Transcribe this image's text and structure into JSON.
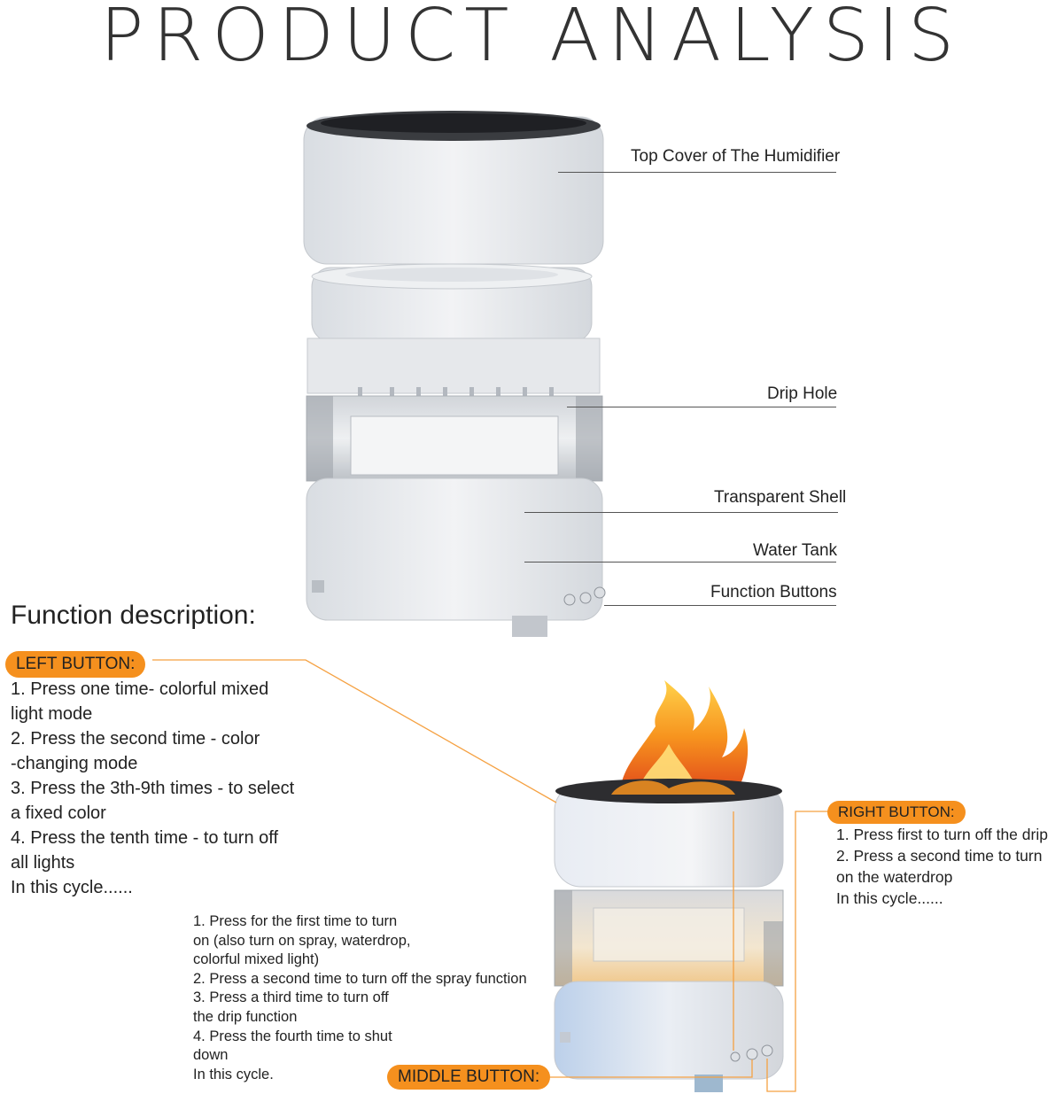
{
  "title": "PRODUCT ANALYSIS",
  "parts": [
    {
      "label": "Top Cover of The Humidifier"
    },
    {
      "label": "Drip Hole"
    },
    {
      "label": "Transparent Shell"
    },
    {
      "label": "Water Tank"
    },
    {
      "label": "Function Buttons"
    }
  ],
  "function": {
    "heading": "Function description:",
    "left": {
      "label": "LEFT BUTTON:",
      "lines": [
        "1. Press one time-  colorful mixed",
        "light mode",
        "2. Press the second time - color",
        "-changing mode",
        "3. Press the 3th-9th times - to select",
        "a fixed color",
        "4. Press the tenth time - to turn off",
        "all lights",
        "In this cycle......"
      ]
    },
    "middle": {
      "label": "MIDDLE BUTTON:",
      "lines": [
        "1. Press for the first time to turn",
        "on (also turn on spray, waterdrop,",
        "colorful mixed light)",
        "2. Press a second time to turn off the spray function",
        "3. Press a third time to turn off",
        "the drip function",
        "4. Press the fourth time to shut",
        "down",
        "In this cycle."
      ]
    },
    "right": {
      "label": "RIGHT BUTTON:",
      "lines": [
        "1. Press first to turn off the drip",
        "2. Press a second time to turn",
        "on the waterdrop",
        "In this cycle......"
      ]
    }
  },
  "colors": {
    "accent": "#f5901e",
    "line": "#555555",
    "product": "#e9ebee"
  }
}
